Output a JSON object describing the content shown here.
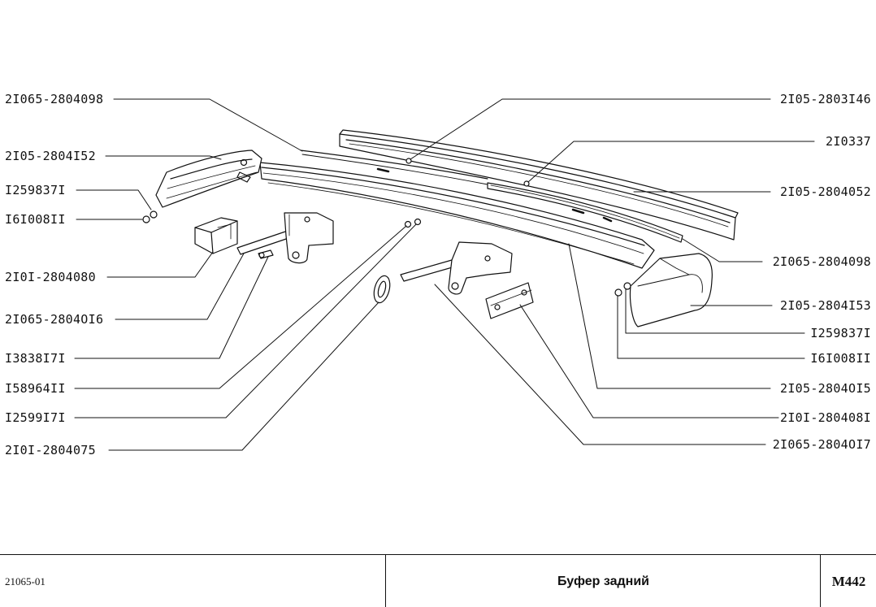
{
  "colors": {
    "ink": "#111111",
    "paper": "#ffffff"
  },
  "callouts": {
    "left": [
      "2I065-2804098",
      "2I05-2804I52",
      "I259837I",
      "I6I008II",
      "2I0I-2804080",
      "2I065-2804OI6",
      "I3838I7I",
      "I58964II",
      "I2599I7I",
      "2I0I-2804075"
    ],
    "right": [
      "2I05-2803I46",
      "2I0337",
      "2I05-2804052",
      "2I065-2804098",
      "2I05-2804I53",
      "I259837I",
      "I6I008II",
      "2I05-2804OI5",
      "2I0I-280408I",
      "2I065-2804OI7"
    ]
  },
  "footer": {
    "model_code": "21065-01",
    "title": "Буфер задний",
    "page_code": "M442"
  }
}
